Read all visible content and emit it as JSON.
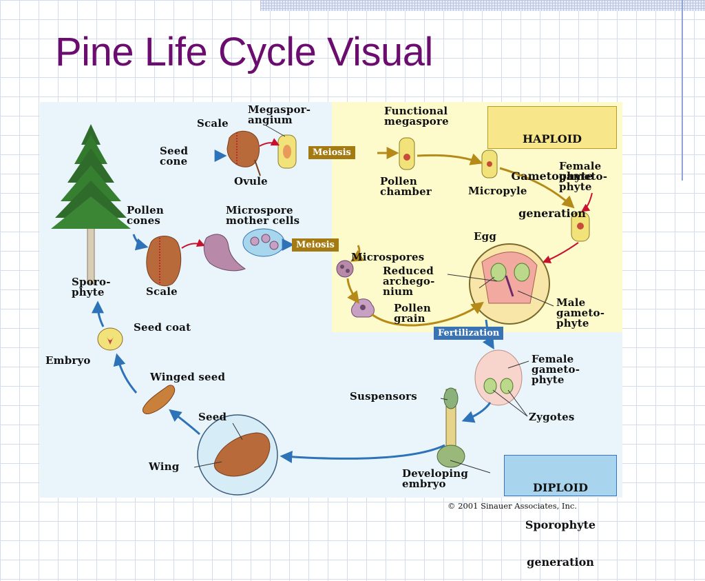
{
  "slide": {
    "title": "Pine Life Cycle Visual",
    "copyright": "© 2001 Sinauer Associates, Inc."
  },
  "diagram": {
    "generations": {
      "haploid": {
        "line1": "HAPLOID",
        "line2": "Gametophyte",
        "line3": "generation"
      },
      "diploid": {
        "line1": "DIPLOID",
        "line2": "Sporophyte",
        "line3": "generation"
      }
    },
    "process_labels": {
      "meiosis_top": "Meiosis",
      "meiosis_bottom": "Meiosis",
      "fertilization": "Fertilization"
    },
    "labels": {
      "scale_top": "Scale",
      "megasporangium": "Megaspor-\nangium",
      "seed_cone": "Seed\ncone",
      "ovule": "Ovule",
      "functional_megaspore": "Functional\nmegaspore",
      "pollen_chamber": "Pollen\nchamber",
      "micropyle": "Micropyle",
      "female_gametophyte_top": "Female\ngameto-\nphyte",
      "pollen_cones": "Pollen\ncones",
      "microspore_mother_cells": "Microspore\nmother cells",
      "egg": "Egg",
      "microspores": "Microspores",
      "reduced_archegonium": "Reduced\narchego-\nnium",
      "sporophyte": "Sporo-\nphyte",
      "scale_bottom": "Scale",
      "pollen_grain": "Pollen\ngrain",
      "male_gametophyte": "Male\ngameto-\nphyte",
      "seed_coat": "Seed coat",
      "embryo": "Embryo",
      "female_gametophyte_bottom": "Female\ngameto-\nphyte",
      "winged_seed": "Winged seed",
      "suspensors": "Suspensors",
      "zygotes": "Zygotes",
      "seed": "Seed",
      "wing": "Wing",
      "developing_embryo": "Developing\nembryo"
    }
  },
  "colors": {
    "title": "#6a0d6e",
    "haploid_bg": "#fdfbcc",
    "diploid_bg": "#e9f5fb",
    "meiosis_tag": "#a47a12",
    "fertilization_tag": "#3a73b4",
    "haploid_arrow": "#b58a18",
    "diploid_arrow": "#2e72b8"
  }
}
